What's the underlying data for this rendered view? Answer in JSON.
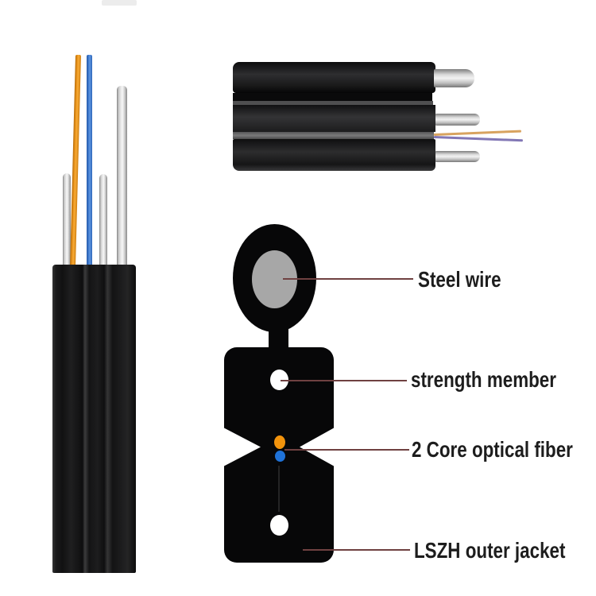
{
  "annotations": [
    {
      "id": "steel-wire",
      "text": "Steel wire"
    },
    {
      "id": "strength-member",
      "text": "strength member"
    },
    {
      "id": "optical-fiber",
      "text": "2 Core optical fiber"
    },
    {
      "id": "outer-jacket",
      "text": "LSZH outer jacket"
    }
  ],
  "colors": {
    "background": "#ffffff",
    "label_text": "#1d1d1d",
    "leader_line": "#6f4141",
    "jacket_black": "#070708",
    "steel_wire_gray": "#a7a7a7",
    "fiber_orange": "#f2930c",
    "fiber_blue": "#1f72d8"
  }
}
